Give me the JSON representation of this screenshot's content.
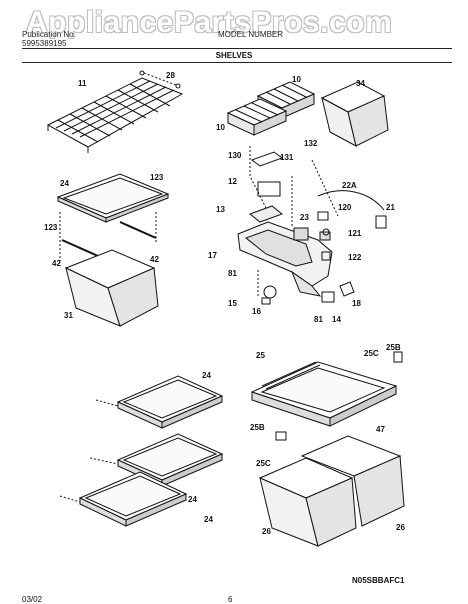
{
  "header": {
    "watermark": "AppliancePartsPros.com",
    "left_text": "Publication No.",
    "left_code": "5995389195",
    "model": "MODEL NUMBER",
    "section_title": "SHELVES"
  },
  "footer": {
    "date": "03/02",
    "page_number": "6",
    "diagram_code": "N05SBBAFC1"
  },
  "part_labels": [
    "11",
    "28",
    "10",
    "34",
    "10",
    "132",
    "130",
    "131",
    "12",
    "22A",
    "123",
    "24",
    "13",
    "120",
    "21",
    "23",
    "121",
    "123",
    "42",
    "17",
    "122",
    "81",
    "42",
    "15",
    "16",
    "18",
    "81",
    "14",
    "31",
    "24",
    "25",
    "25B",
    "25C",
    "47",
    "24",
    "25B",
    "25C",
    "24",
    "26",
    "26"
  ]
}
